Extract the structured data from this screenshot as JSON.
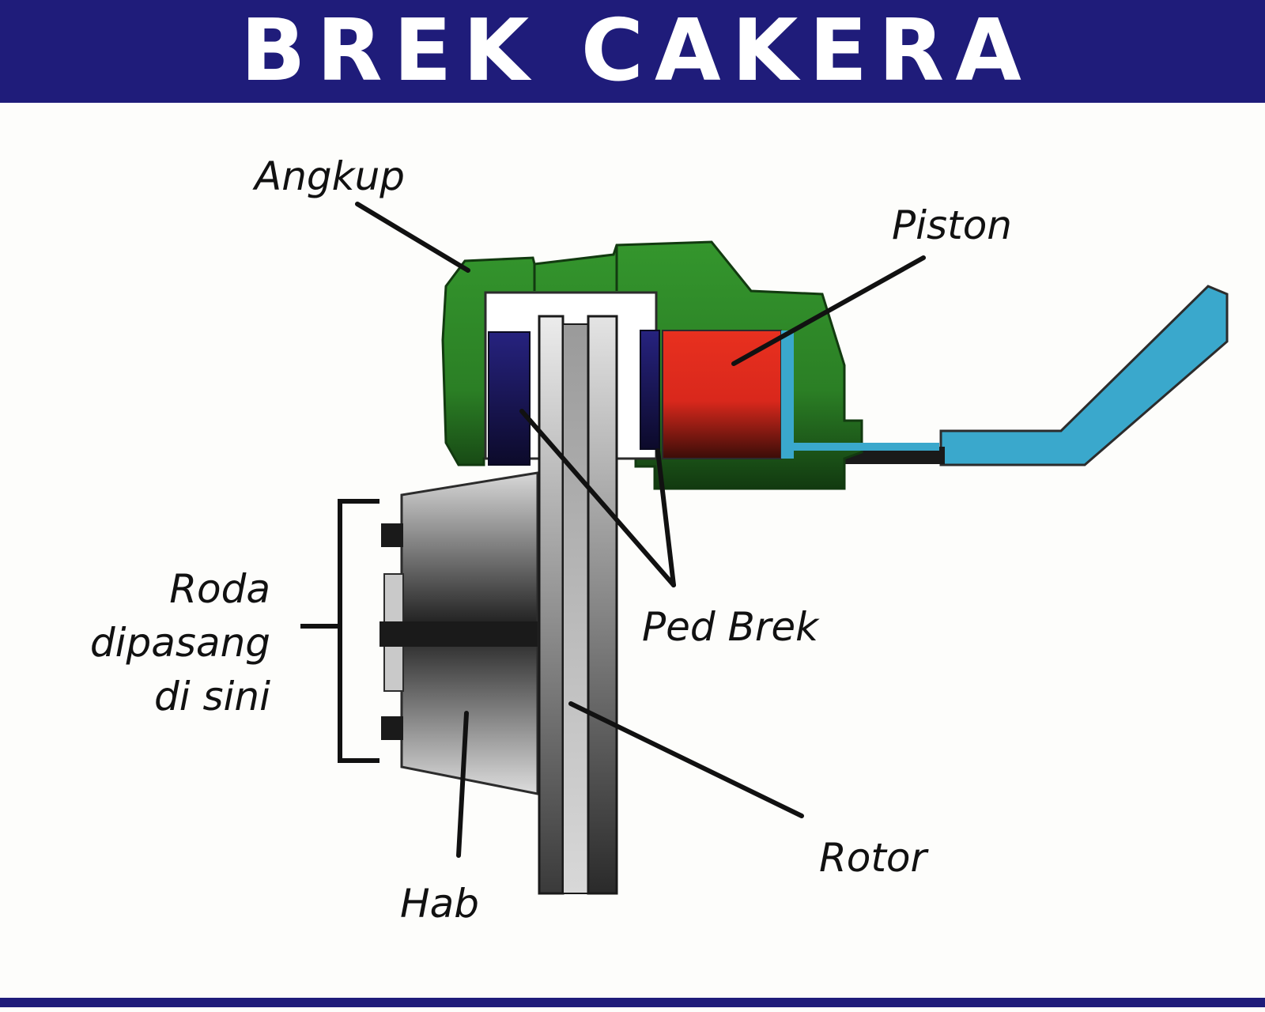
{
  "title": "BREK CAKERA",
  "labels": {
    "caliper": "Angkup",
    "piston": "Piston",
    "wheel_line1": "Roda",
    "wheel_line2": "dipasang",
    "wheel_line3": "di sini",
    "brake_pad": "Ped Brek",
    "rotor": "Rotor",
    "hub": "Hab"
  },
  "colors": {
    "banner": "#1f1c7a",
    "caliper": "#2f8a2a",
    "piston": "#d9281c",
    "brake_line": "#3aa8cc",
    "brake_pad": "#1f1c7a"
  }
}
